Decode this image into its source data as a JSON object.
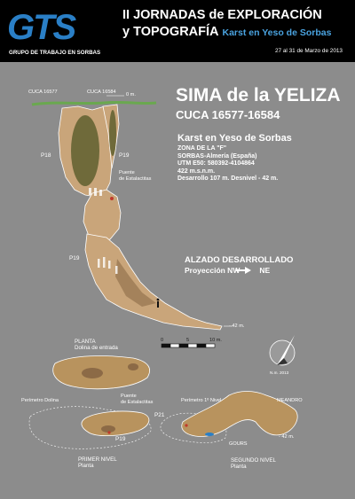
{
  "header": {
    "logo_letters": "GTS",
    "logo_subtitle": "GRUPO DE TRABAJO EN SORBAS",
    "title_line1": "II JORNADAS de EXPLORACIÓN",
    "title_line2": "y TOPOGRAFÍA",
    "title_accent": "Karst en Yeso de Sorbas",
    "dates": "27 al 31 de Marzo de 2013"
  },
  "cave": {
    "name": "SIMA de la YELIZA",
    "code": "CUCA 16577-16584",
    "info_heading": "Karst en Yeso de Sorbas",
    "info_lines": [
      "ZONA DE LA \"F\"",
      "SORBAS-Almería (España)",
      "UTM E50: 580392-4104864",
      "422 m.s.n.m.",
      "Desarrollo 107 m.  Desnivel - 42 m."
    ]
  },
  "section": {
    "heading": "ALZADO DESARROLLADO",
    "projection_prefix": "Proyección NW",
    "projection_suffix": "NE",
    "labels": {
      "entrance_a": "CUCA 16577",
      "entrance_b": "CUCA 16584",
      "zero": "0 m.",
      "p18": "P18",
      "p19_upper": "P19",
      "p19_lower": "P19",
      "bridge": "Puente\nde Estalactitas",
      "bridge_l1": "Puente",
      "bridge_l2": "de Estalactitas",
      "bottom_depth": "- 42 m."
    }
  },
  "scale": {
    "l0": "0",
    "l5": "5",
    "l10": "10 m."
  },
  "north": {
    "label": "N.m. 2013"
  },
  "plans": {
    "planta_title": "PLANTA",
    "planta_sub": "Dolina de entrada",
    "perimetro_dolina": "Perímetro Dolina",
    "bridge_l1": "Puente",
    "bridge_l2": "de Estalactitas",
    "p21": "P21",
    "p19": "P19",
    "primer_nivel": "PRIMER NIVEL",
    "primer_sub": "Planta",
    "perimetro_nivel": "Perímetro 1º Nivel",
    "meandro": "MEANDRO",
    "gours": "GOURS",
    "depth_42": "- 42 m.",
    "segundo_nivel": "SEGUNDO NIVEL",
    "segundo_sub": "Planta"
  },
  "colors": {
    "background": "#8c8c8c",
    "header": "#000000",
    "brand_blue": "#2a7fc6",
    "cave_fill": "#c9a57a",
    "cave_dark": "#6f6a3a",
    "plan_fill": "#b8935e"
  }
}
